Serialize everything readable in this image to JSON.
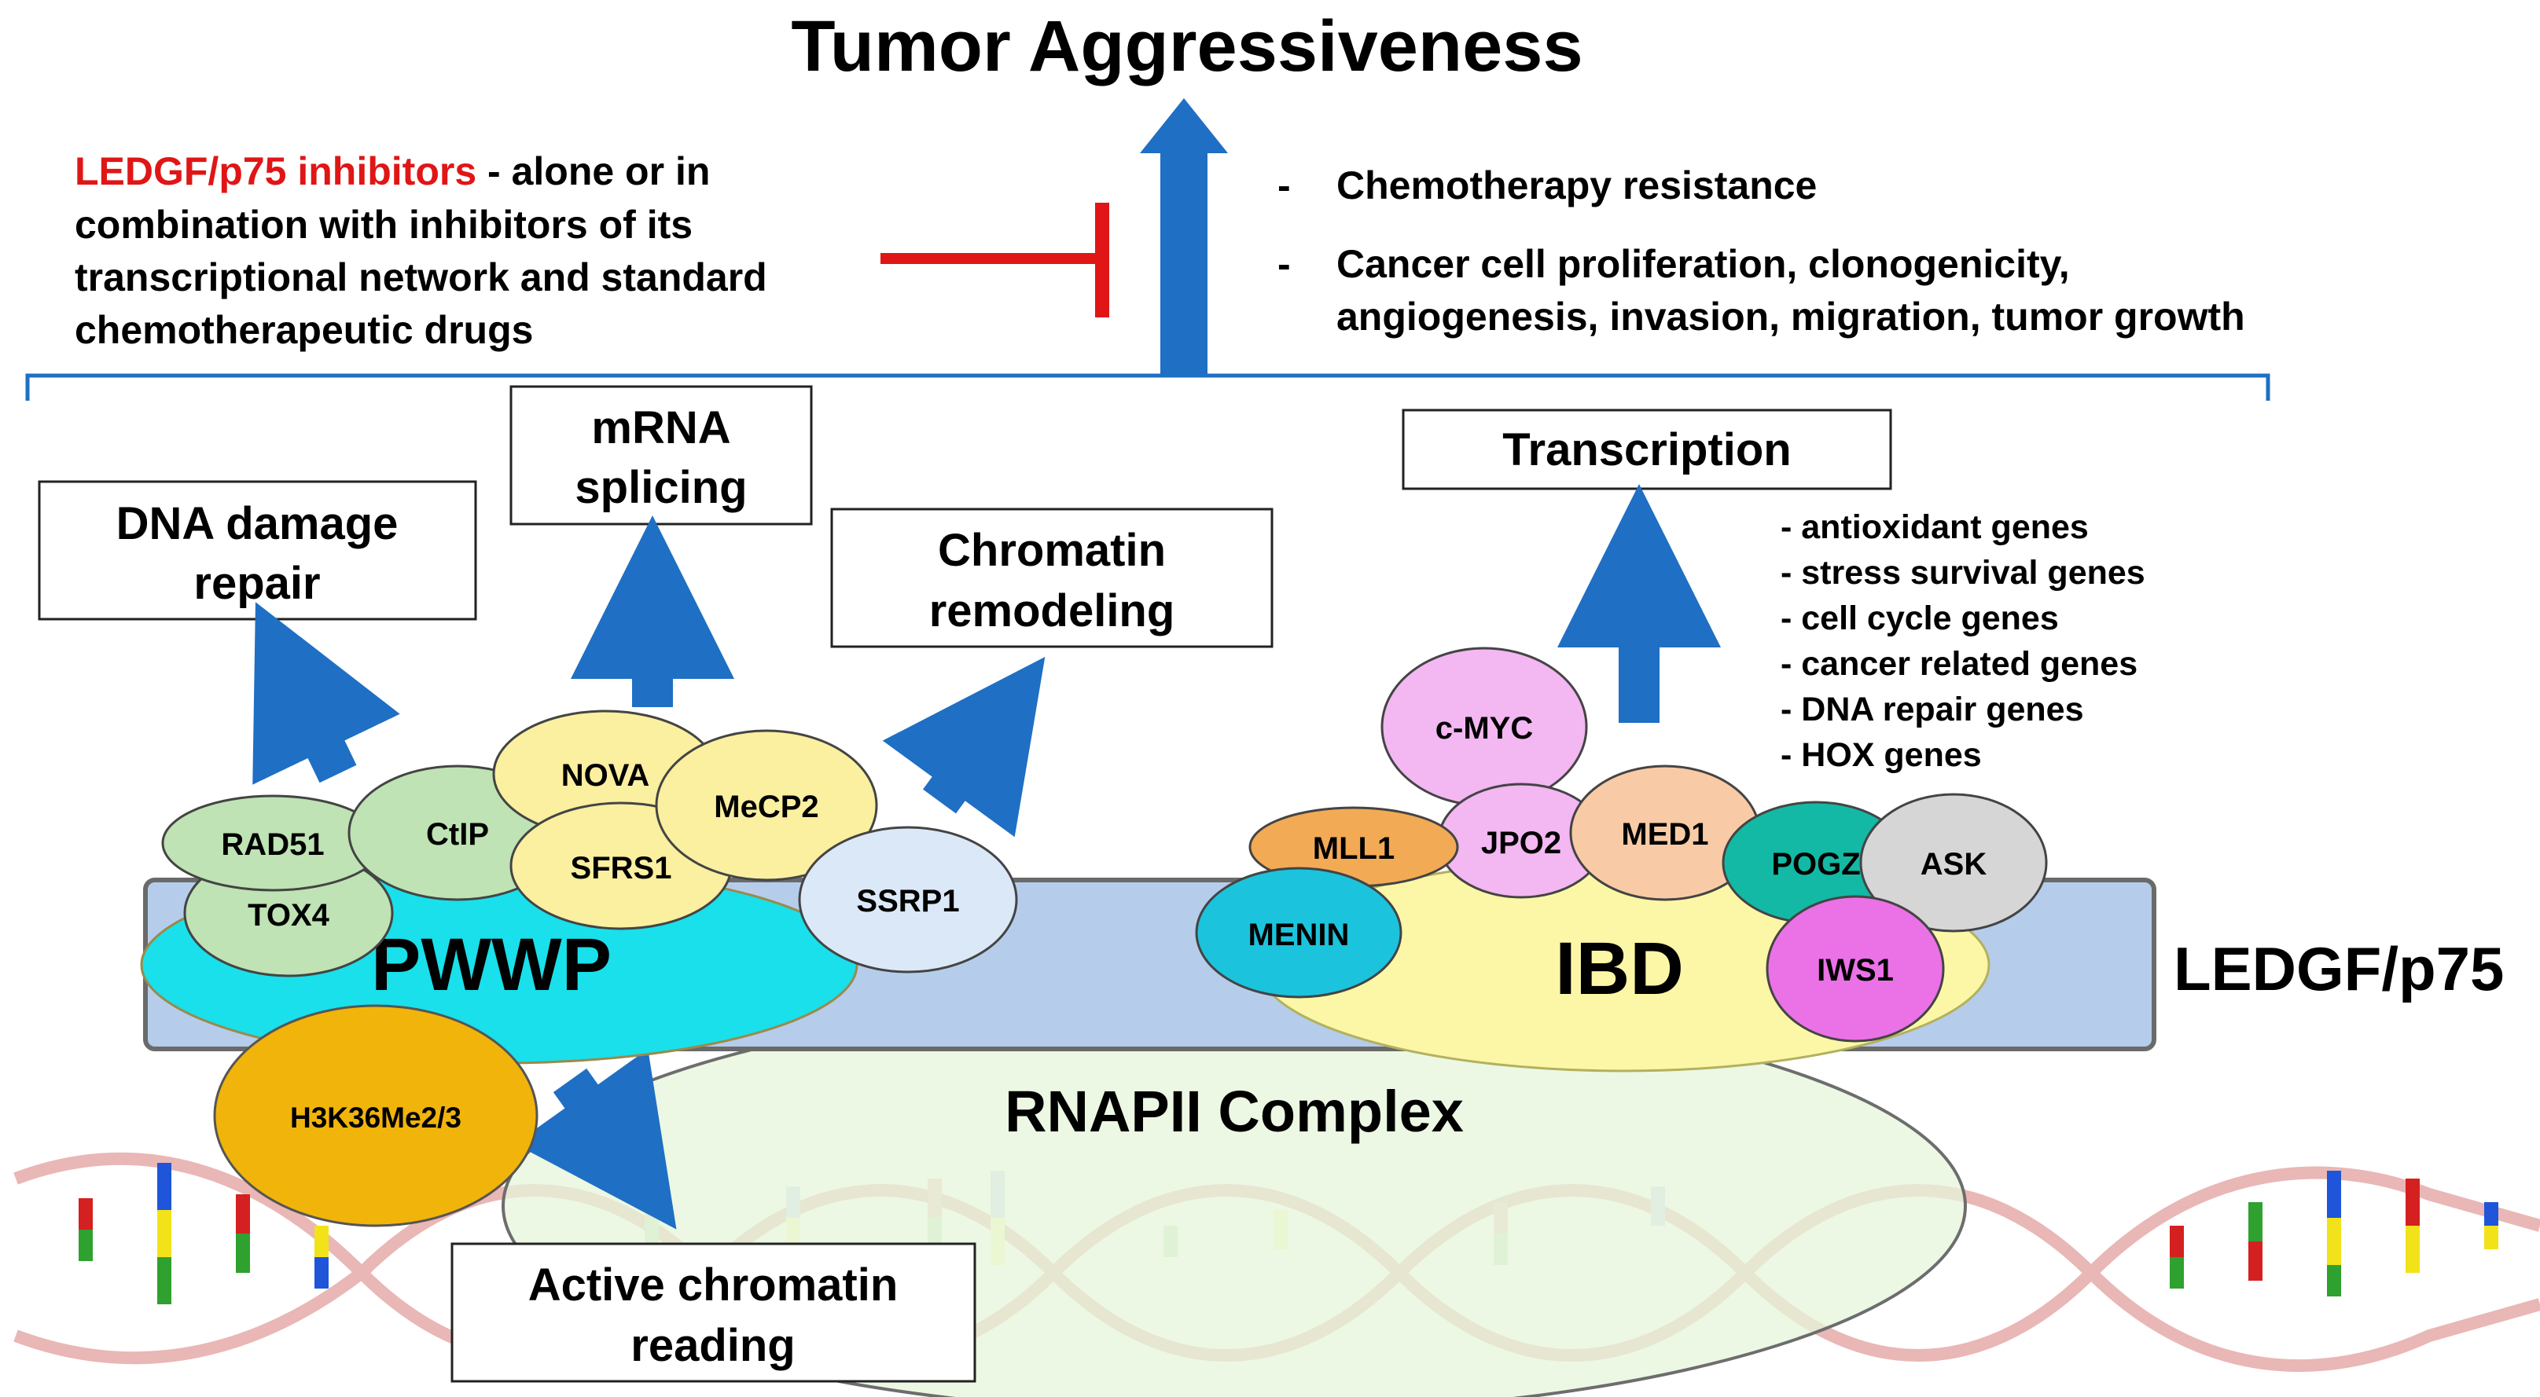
{
  "title": "Tumor Aggressiveness",
  "inhibitor": {
    "highlight": "LEDGF/p75 inhibitors",
    "line1_rest": " - alone or in",
    "line2": "combination with inhibitors of its",
    "line3": "transcriptional network and standard",
    "line4": "chemotherapeutic drugs"
  },
  "outcomes": {
    "dash": "-",
    "item1": "Chemotherapy resistance",
    "item2_line1": "Cancer cell proliferation, clonogenicity,",
    "item2_line2": "angiogenesis, invasion, migration, tumor growth"
  },
  "function_boxes": {
    "dna_repair": [
      "DNA damage",
      "repair"
    ],
    "mrna_splicing": [
      "mRNA",
      "splicing"
    ],
    "chromatin_remodeling": [
      "Chromatin",
      "remodeling"
    ],
    "transcription": "Transcription",
    "active_chromatin": [
      "Active chromatin",
      "reading"
    ]
  },
  "gene_list": [
    "- antioxidant genes",
    "- stress survival genes",
    "- cell cycle genes",
    "- cancer related genes",
    "- DNA repair genes",
    "- HOX genes"
  ],
  "domains": {
    "pwwp": "PWWP",
    "ibd": "IBD",
    "ledgf": "LEDGF/p75",
    "rnapii": "RNAPII Complex"
  },
  "proteins": {
    "rad51": "RAD51",
    "tox4": "TOX4",
    "ctip": "CtIP",
    "nova": "NOVA",
    "sfrs1": "SFRS1",
    "mecp2": "MeCP2",
    "ssrp1": "SSRP1",
    "h3k36": "H3K36Me2/3",
    "cmyc": "c-MYC",
    "mll1": "MLL1",
    "jpo2": "JPO2",
    "med1": "MED1",
    "menin": "MENIN",
    "pogz": "POGZ",
    "ask": "ASK",
    "iws1": "IWS1"
  },
  "colors": {
    "arrow_blue": "#1f6fc4",
    "inhibitor_red": "#e01616",
    "ledgf_bar": "#b5cdea",
    "pwwp": "#19e0ea",
    "ibd": "#fbf7a6",
    "rnapii": "#e6f5da",
    "green_protein": "#bfe3b4",
    "yellow_protein": "#fbefa0",
    "pink_protein": "#f3b7f2",
    "orange_protein": "#f3aa55",
    "peach_protein": "#f8cba6",
    "menin": "#1cc3dc",
    "pogz": "#13b9a4",
    "ask": "#d6d6d6",
    "iws1": "#ea72e6",
    "h3k36": "#f1b40a",
    "ssrp1": "#dbe8f7"
  }
}
